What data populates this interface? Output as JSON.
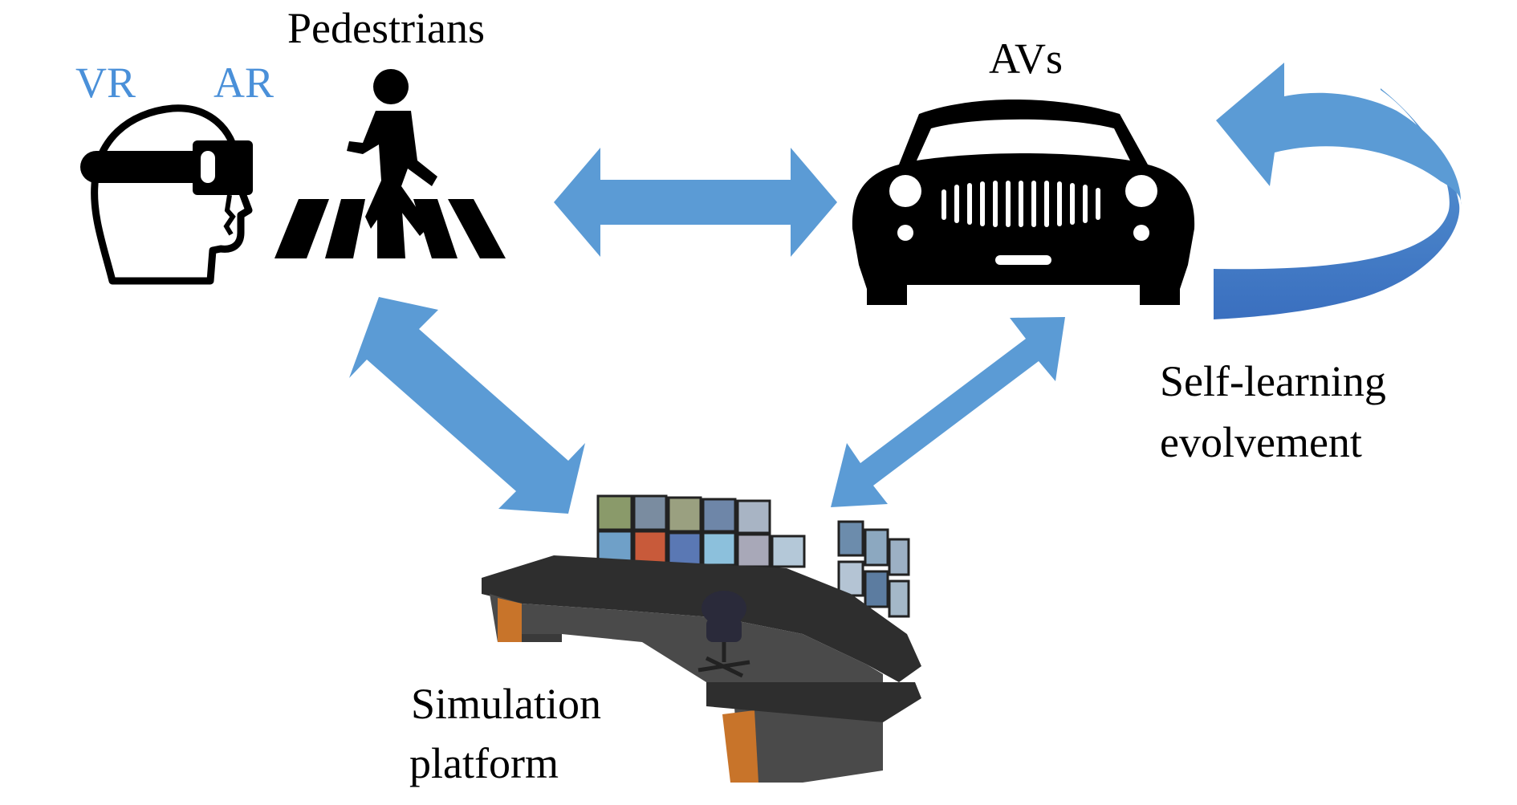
{
  "labels": {
    "pedestrians": "Pedestrians",
    "vr": "VR",
    "ar": "AR",
    "avs": "AVs",
    "self_learning_line1": "Self-learning",
    "self_learning_line2": "evolvement",
    "simulation_line1": "Simulation",
    "simulation_line2": "platform"
  },
  "colors": {
    "arrow": "#5b9bd5",
    "arrow_dark": "#3f78c2",
    "label_blue": "#4a90d9",
    "icon": "#000000"
  },
  "icons": [
    "vr-headset-icon",
    "pedestrian-crossing-icon",
    "car-icon",
    "control-room-console-icon",
    "cycle-arrow-icon"
  ]
}
